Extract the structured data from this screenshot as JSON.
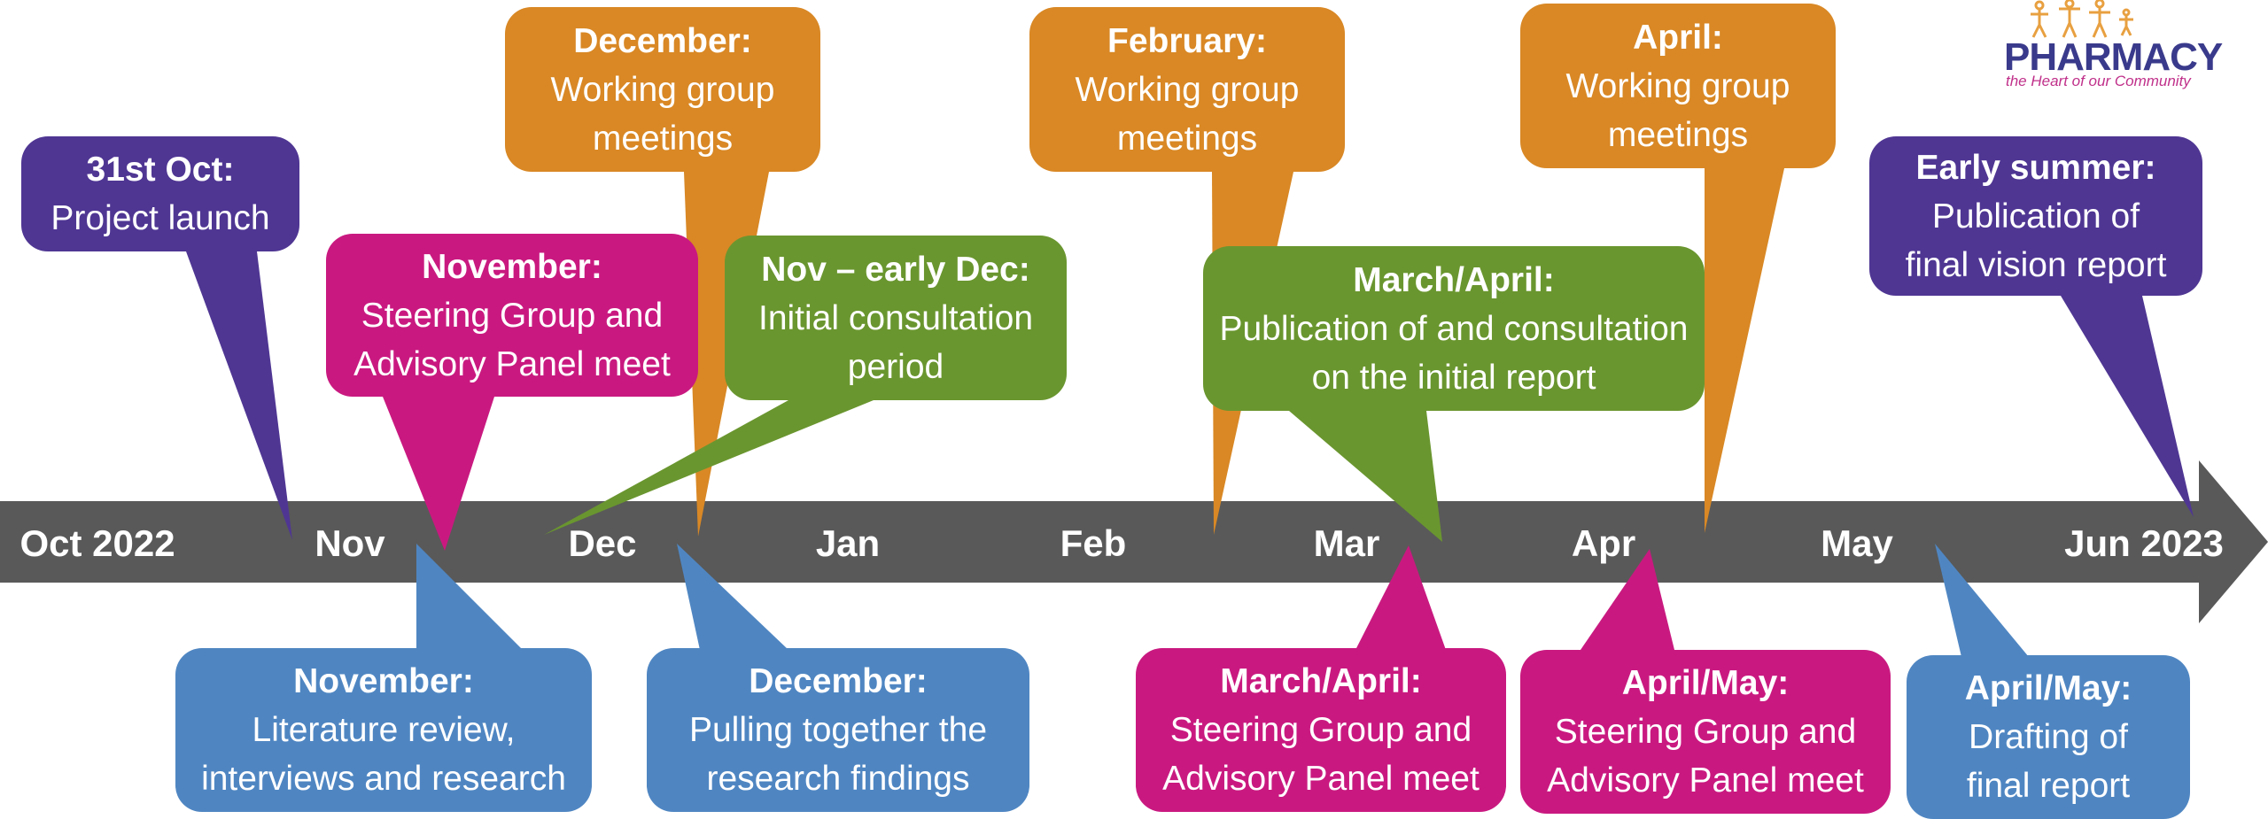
{
  "colors": {
    "purple": "#4f3693",
    "orange": "#d98825",
    "pink": "#c91980",
    "green": "#6a962f",
    "blue": "#4f86c2",
    "axis": "#595959"
  },
  "axis_labels": [
    "Oct 2022",
    "Nov",
    "Dec",
    "Jan",
    "Feb",
    "Mar",
    "Apr",
    "May",
    "Jun 2023"
  ],
  "logo": {
    "name": "PHARMACY",
    "tagline": "the Heart of our Community"
  },
  "events": [
    {
      "id": "oct-launch",
      "color": "purple",
      "head": "31st Oct:",
      "lines": [
        "Project launch"
      ]
    },
    {
      "id": "nov-steering",
      "color": "pink",
      "head": "November:",
      "lines": [
        "Steering Group and",
        "Advisory Panel meet"
      ]
    },
    {
      "id": "dec-working",
      "color": "orange",
      "head": "December:",
      "lines": [
        "Working group",
        "meetings"
      ]
    },
    {
      "id": "nov-dec-consultation",
      "color": "green",
      "head": "Nov – early Dec:",
      "lines": [
        "Initial consultation",
        "period"
      ]
    },
    {
      "id": "feb-working",
      "color": "orange",
      "head": "February:",
      "lines": [
        "Working group",
        "meetings"
      ]
    },
    {
      "id": "mar-apr-publication",
      "color": "green",
      "head": "March/April:",
      "lines": [
        "Publication of and consultation",
        "on the initial report"
      ]
    },
    {
      "id": "apr-working",
      "color": "orange",
      "head": "April:",
      "lines": [
        "Working group",
        "meetings"
      ]
    },
    {
      "id": "summer-final",
      "color": "purple",
      "head": "Early summer:",
      "lines": [
        "Publication of",
        "final vision report"
      ]
    },
    {
      "id": "nov-literature",
      "color": "blue",
      "head": "November:",
      "lines": [
        "Literature review,",
        "interviews and research"
      ]
    },
    {
      "id": "dec-findings",
      "color": "blue",
      "head": "December:",
      "lines": [
        "Pulling together the",
        "research findings"
      ]
    },
    {
      "id": "mar-apr-steering",
      "color": "pink",
      "head": "March/April:",
      "lines": [
        "Steering Group and",
        "Advisory Panel meet"
      ]
    },
    {
      "id": "apr-may-steering",
      "color": "pink",
      "head": "April/May:",
      "lines": [
        "Steering Group and",
        "Advisory Panel meet"
      ]
    },
    {
      "id": "apr-may-drafting",
      "color": "blue",
      "head": "April/May:",
      "lines": [
        "Drafting of",
        "final report"
      ]
    }
  ]
}
